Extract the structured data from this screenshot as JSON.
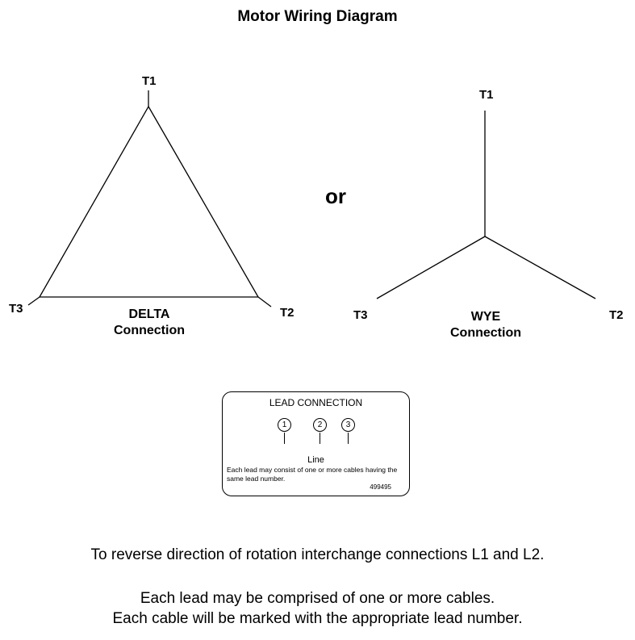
{
  "title": "Motor Wiring Diagram",
  "delta": {
    "terminals": {
      "t1": "T1",
      "t2": "T2",
      "t3": "T3"
    },
    "label_line1": "DELTA",
    "label_line2": "Connection"
  },
  "separator": "or",
  "wye": {
    "terminals": {
      "t1": "T1",
      "t2": "T2",
      "t3": "T3"
    },
    "label_line1": "WYE",
    "label_line2": "Connection"
  },
  "lead_connection": {
    "title": "LEAD CONNECTION",
    "leads": [
      "1",
      "2",
      "3"
    ],
    "line_label": "Line",
    "description": "Each lead may consist of one or more cables having the same lead number.",
    "part_number": "499495"
  },
  "notes": {
    "reverse": "To reverse direction of rotation interchange connections L1 and L2.",
    "cables_line1": "Each lead may be comprised of one or more cables.",
    "cables_line2": "Each cable will be marked with the appropriate lead number."
  }
}
